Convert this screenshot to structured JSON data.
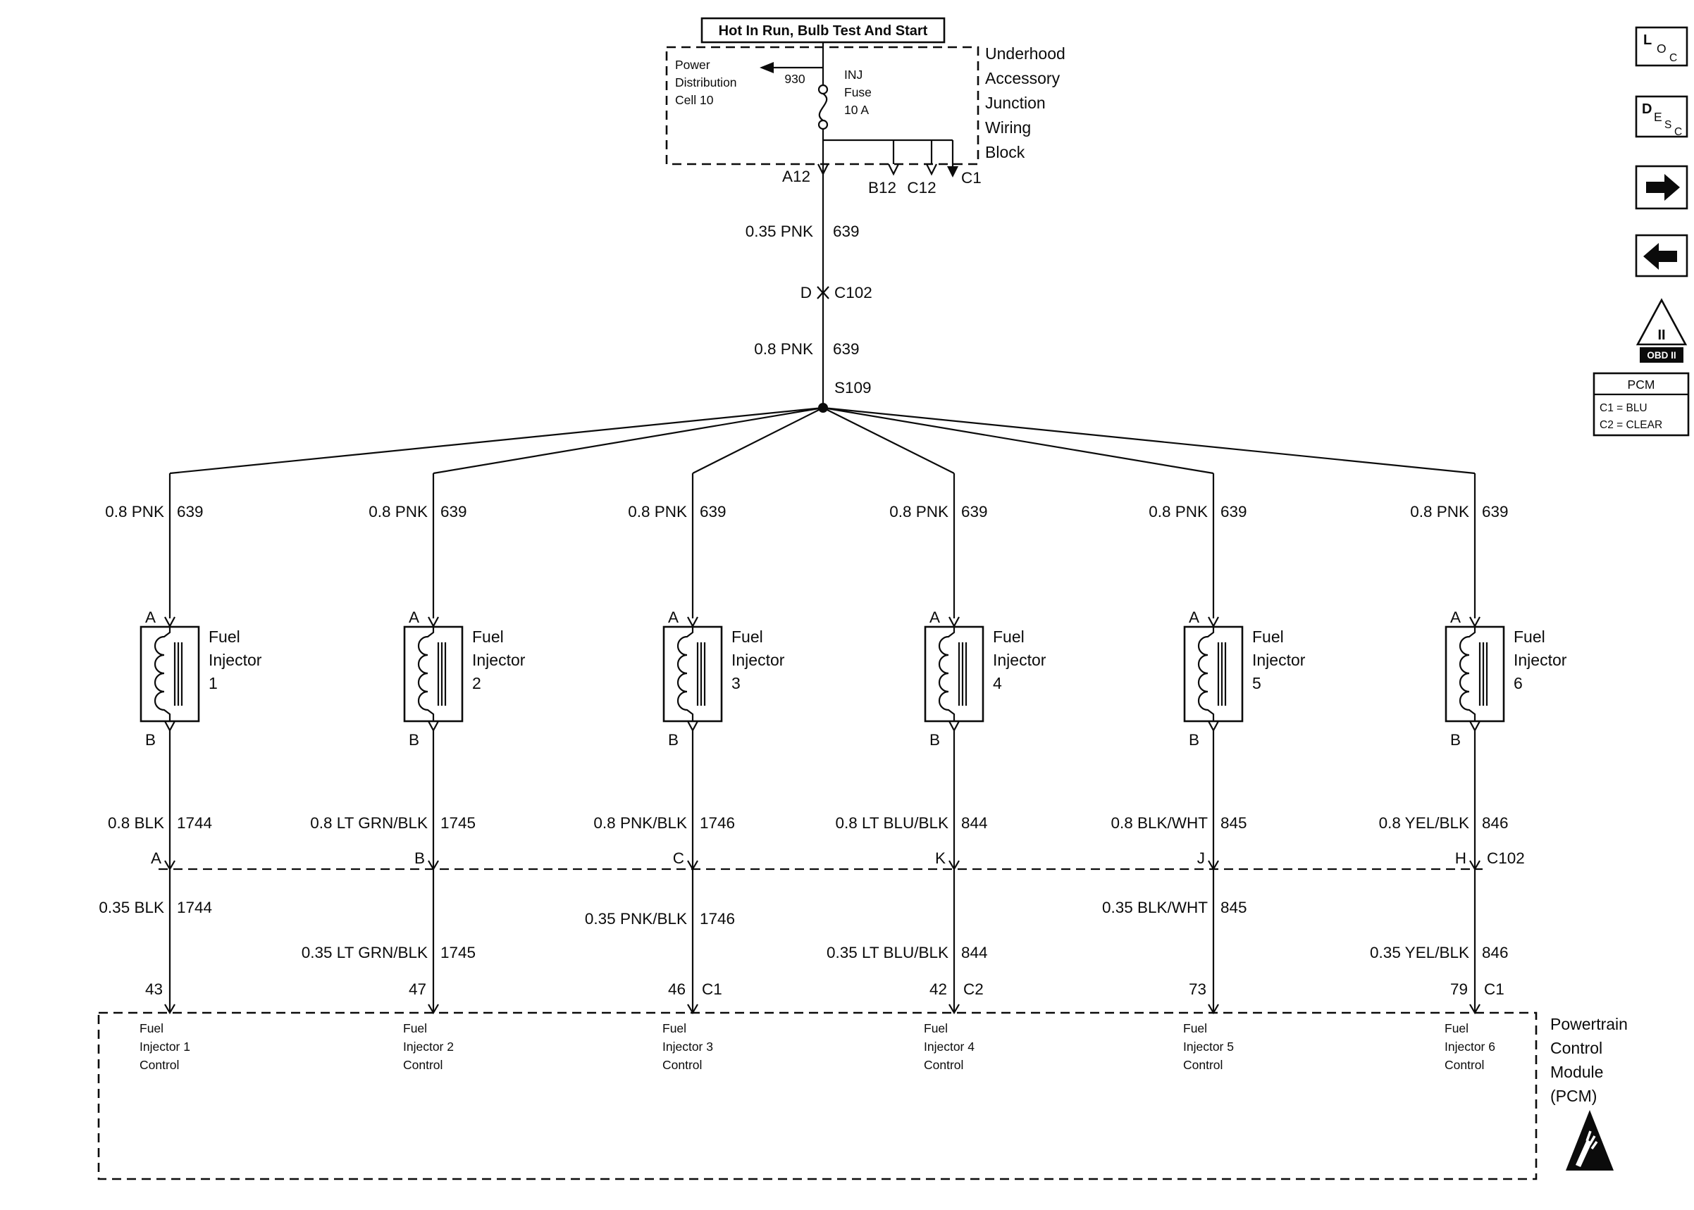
{
  "power_rail": {
    "label": "Hot In Run, Bulb Test And Start"
  },
  "junction_block": {
    "name_lines": [
      "Underhood",
      "Accessory",
      "Junction",
      "Wiring",
      "Block"
    ],
    "power_distribution_lines": [
      "Power",
      "Distribution",
      "Cell 10"
    ],
    "wire_to_power_dist": "930",
    "fuse_lines": [
      "INJ",
      "Fuse",
      "10 A"
    ],
    "pin_a12": "A12",
    "pin_b12": "B12",
    "pin_c12": "C12",
    "pin_c1": "C1"
  },
  "trunk": {
    "wire_upper": {
      "label": "0.35 PNK",
      "circuit": "639"
    },
    "connector_pin": "D",
    "connector_name": "C102",
    "wire_lower": {
      "label": "0.8 PNK",
      "circuit": "639"
    },
    "splice": "S109"
  },
  "c102_connector_label": "C102",
  "columns": [
    {
      "branch_wire": {
        "label": "0.8 PNK",
        "circuit": "639"
      },
      "pin_top": "A",
      "pin_bottom": "B",
      "injector_lines": [
        "Fuel",
        "Injector",
        "1"
      ],
      "wire_to_c102": {
        "label": "0.8 BLK",
        "circuit": "1744"
      },
      "c102_pin": "A",
      "wire_to_pcm": {
        "label": "0.35 BLK",
        "circuit": "1744"
      },
      "pcm_pin": "43",
      "pcm_pin_connector": "",
      "pcm_function_lines": [
        "Fuel",
        "Injector 1",
        "Control"
      ]
    },
    {
      "branch_wire": {
        "label": "0.8 PNK",
        "circuit": "639"
      },
      "pin_top": "A",
      "pin_bottom": "B",
      "injector_lines": [
        "Fuel",
        "Injector",
        "2"
      ],
      "wire_to_c102": {
        "label": "0.8 LT GRN/BLK",
        "circuit": "1745"
      },
      "c102_pin": "B",
      "wire_to_pcm": {
        "label": "0.35 LT GRN/BLK",
        "circuit": "1745"
      },
      "pcm_pin": "47",
      "pcm_pin_connector": "",
      "pcm_function_lines": [
        "Fuel",
        "Injector 2",
        "Control"
      ]
    },
    {
      "branch_wire": {
        "label": "0.8 PNK",
        "circuit": "639"
      },
      "pin_top": "A",
      "pin_bottom": "B",
      "injector_lines": [
        "Fuel",
        "Injector",
        "3"
      ],
      "wire_to_c102": {
        "label": "0.8 PNK/BLK",
        "circuit": "1746"
      },
      "c102_pin": "C",
      "wire_to_pcm": {
        "label": "0.35 PNK/BLK",
        "circuit": "1746"
      },
      "pcm_pin": "46",
      "pcm_pin_connector": "C1",
      "pcm_function_lines": [
        "Fuel",
        "Injector 3",
        "Control"
      ]
    },
    {
      "branch_wire": {
        "label": "0.8 PNK",
        "circuit": "639"
      },
      "pin_top": "A",
      "pin_bottom": "B",
      "injector_lines": [
        "Fuel",
        "Injector",
        "4"
      ],
      "wire_to_c102": {
        "label": "0.8 LT BLU/BLK",
        "circuit": "844"
      },
      "c102_pin": "K",
      "wire_to_pcm": {
        "label": "0.35 LT BLU/BLK",
        "circuit": "844"
      },
      "pcm_pin": "42",
      "pcm_pin_connector": "C2",
      "pcm_function_lines": [
        "Fuel",
        "Injector 4",
        "Control"
      ]
    },
    {
      "branch_wire": {
        "label": "0.8 PNK",
        "circuit": "639"
      },
      "pin_top": "A",
      "pin_bottom": "B",
      "injector_lines": [
        "Fuel",
        "Injector",
        "5"
      ],
      "wire_to_c102": {
        "label": "0.8 BLK/WHT",
        "circuit": "845"
      },
      "c102_pin": "J",
      "wire_to_pcm": {
        "label": "0.35 BLK/WHT",
        "circuit": "845"
      },
      "pcm_pin": "73",
      "pcm_pin_connector": "",
      "pcm_function_lines": [
        "Fuel",
        "Injector 5",
        "Control"
      ]
    },
    {
      "branch_wire": {
        "label": "0.8 PNK",
        "circuit": "639"
      },
      "pin_top": "A",
      "pin_bottom": "B",
      "injector_lines": [
        "Fuel",
        "Injector",
        "6"
      ],
      "wire_to_c102": {
        "label": "0.8 YEL/BLK",
        "circuit": "846"
      },
      "c102_pin": "H",
      "wire_to_pcm": {
        "label": "0.35 YEL/BLK",
        "circuit": "846"
      },
      "pcm_pin": "79",
      "pcm_pin_connector": "C1",
      "pcm_function_lines": [
        "Fuel",
        "Injector 6",
        "Control"
      ]
    }
  ],
  "pcm": {
    "name_lines": [
      "Powertrain",
      "Control",
      "Module",
      "(PCM)"
    ]
  },
  "sidebar": {
    "loc_letters": [
      "L",
      "O",
      "C"
    ],
    "desc_letters": [
      "D",
      "E",
      "S",
      "C"
    ],
    "obd": {
      "numerals": "II",
      "label": "OBD II"
    },
    "pcm_legend": {
      "title": "PCM",
      "line1": "C1 = BLU",
      "line2": "C2 = CLEAR"
    }
  }
}
